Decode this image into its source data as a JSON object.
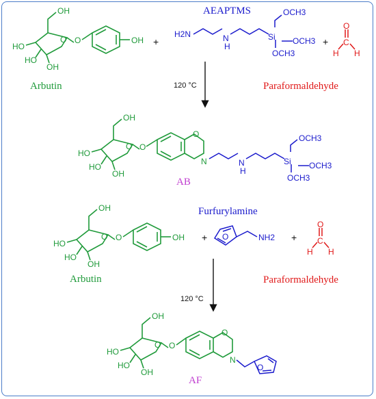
{
  "colors": {
    "green": "#1f9a3a",
    "blue": "#1a1acc",
    "red": "#e01818",
    "magenta": "#c040d0",
    "black": "#111111",
    "border": "#4a7cc8"
  },
  "reaction1": {
    "reactant1_name": "Arbutin",
    "reagent_name": "AEAPTMS",
    "reagent3_name": "Paraformaldehyde",
    "plus": "+",
    "condition": "120 °C",
    "product_name": "AB"
  },
  "reaction2": {
    "reactant1_name": "Arbutin",
    "reagent_name": "Furfurylamine",
    "reagent3_name": "Paraformaldehyde",
    "plus": "+",
    "condition": "120 °C",
    "product_name": "AF"
  },
  "atoms": {
    "oh": "OH",
    "ho": "HO",
    "o": "O",
    "n": "N",
    "nh": "N",
    "h": "H",
    "h2n": "H2N",
    "nh2": "NH2",
    "si": "Si",
    "och3": "OCH3",
    "c": "C"
  }
}
